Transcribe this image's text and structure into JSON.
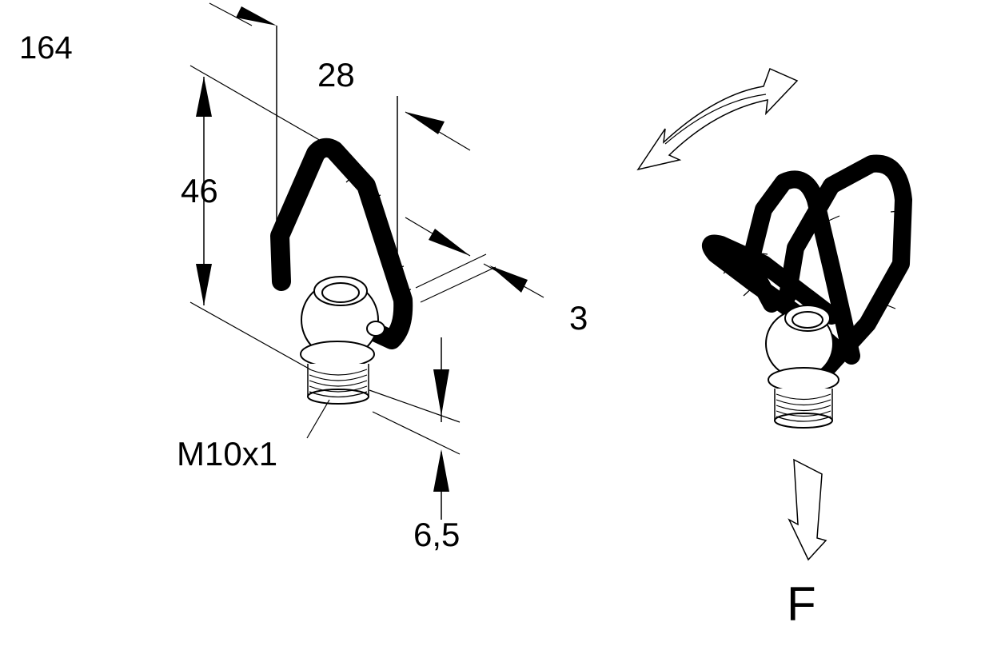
{
  "figure": {
    "number": "164",
    "dimensions": {
      "width": "28",
      "height": "46",
      "wire": "3",
      "thread_length": "6,5"
    },
    "thread": "M10x1",
    "force": "F"
  },
  "colors": {
    "line": "#000000",
    "background": "#ffffff"
  }
}
